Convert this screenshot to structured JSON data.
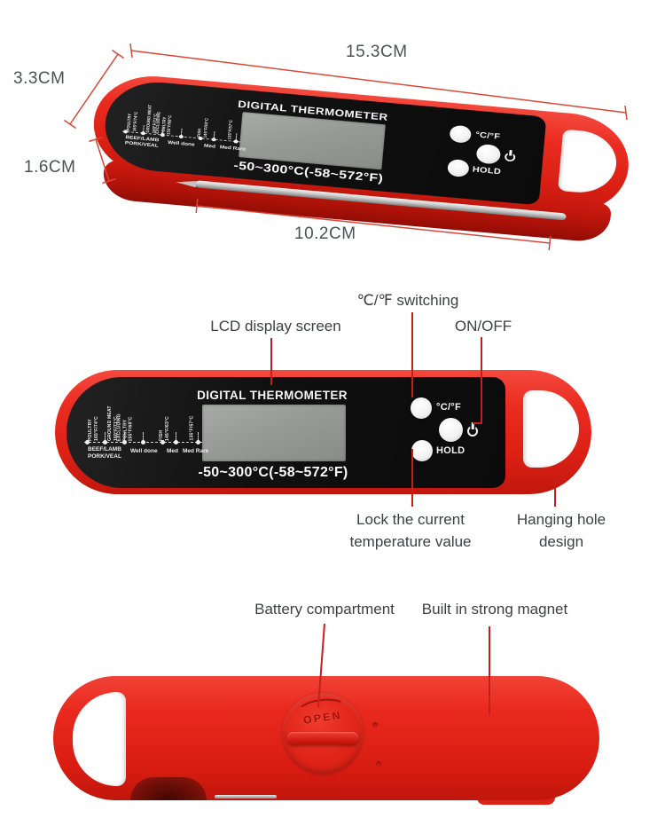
{
  "colors": {
    "body_red": "#e8281e",
    "panel_black": "#0d0d0d",
    "lcd_gray": "#979a97",
    "callout_line": "#c2201a",
    "dimension_line": "#d9473b",
    "label_text": "#3c4043"
  },
  "dimensions": {
    "length": "15.3CM",
    "height": "3.3CM",
    "thickness": "1.6CM",
    "probe_length": "10.2CM"
  },
  "device": {
    "brand_title": "DIGITAL THERMOMETER",
    "range_text": "-50~300°C(-58~572°F)",
    "buttons": {
      "unit": "°C/°F",
      "hold": "HOLD",
      "power_icon": "power"
    },
    "doneness_chart": {
      "scale_labels": [
        "POULTRY\n165°F/74°C",
        "GROUND MEAT\n160°F/71°C",
        "EXCLUDING\nPOULTRY\n155°F/68°C",
        "FISH\n145°F/63°C",
        "135°F/57°C"
      ],
      "meat_label_line1": "BEEF/LAMB",
      "meat_label_line2": "PORK/VEAL",
      "doneness_labels": [
        "Well done",
        "Med",
        "Med Rare"
      ]
    }
  },
  "annotations": {
    "cf_switching": "℃/℉ switching",
    "lcd": "LCD display screen",
    "onoff": "ON/OFF",
    "lock": "Lock the current temperature value",
    "hanging": "Hanging hole design",
    "battery": "Battery compartment",
    "magnet": "Built in strong magnet",
    "battery_cap": "OPEN"
  }
}
